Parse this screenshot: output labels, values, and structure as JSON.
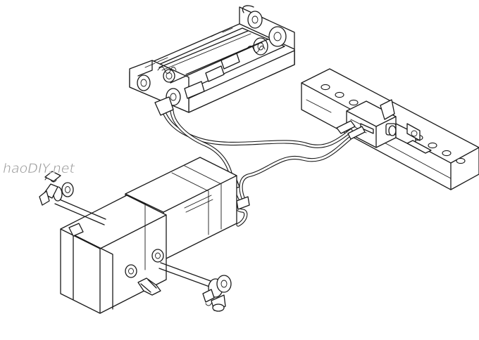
{
  "figure": {
    "parts": [
      "battery-holder",
      "switch-rail",
      "gearbox-motor",
      "axle-wheel-left",
      "axle-wheel-right",
      "wire-harness"
    ]
  },
  "watermark": {
    "text": "haoDIY.net",
    "color": "#9a9a9a"
  }
}
